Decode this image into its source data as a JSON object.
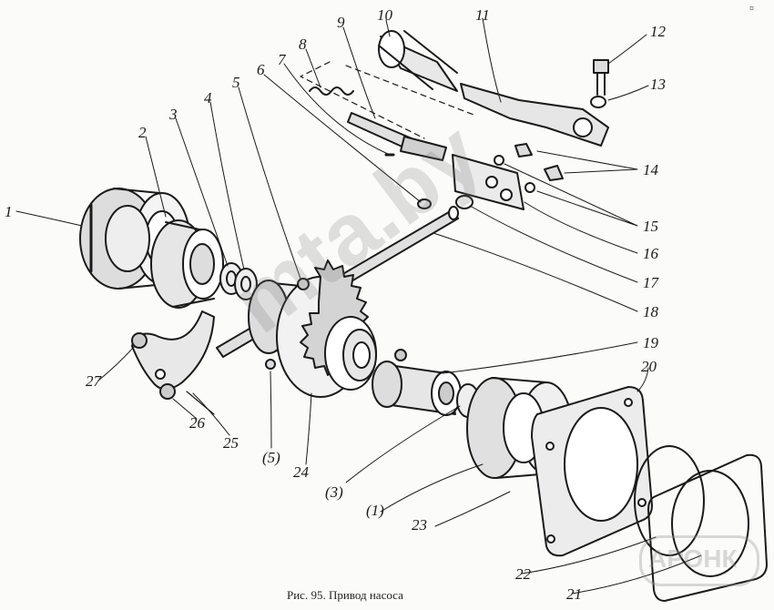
{
  "figure": {
    "caption": "Рис. 95. Привод насоса",
    "corner_mark": "¤"
  },
  "callouts": [
    "1",
    "2",
    "3",
    "4",
    "5",
    "6",
    "7",
    "8",
    "9",
    "10",
    "11",
    "12",
    "13",
    "14",
    "15",
    "16",
    "17",
    "18",
    "19",
    "20",
    "21",
    "22",
    "23",
    "24",
    "25",
    "26",
    "27",
    "(5)",
    "(3)",
    "(1)"
  ],
  "watermark": {
    "text": "mta.by",
    "logo_text": "АРОНК"
  }
}
